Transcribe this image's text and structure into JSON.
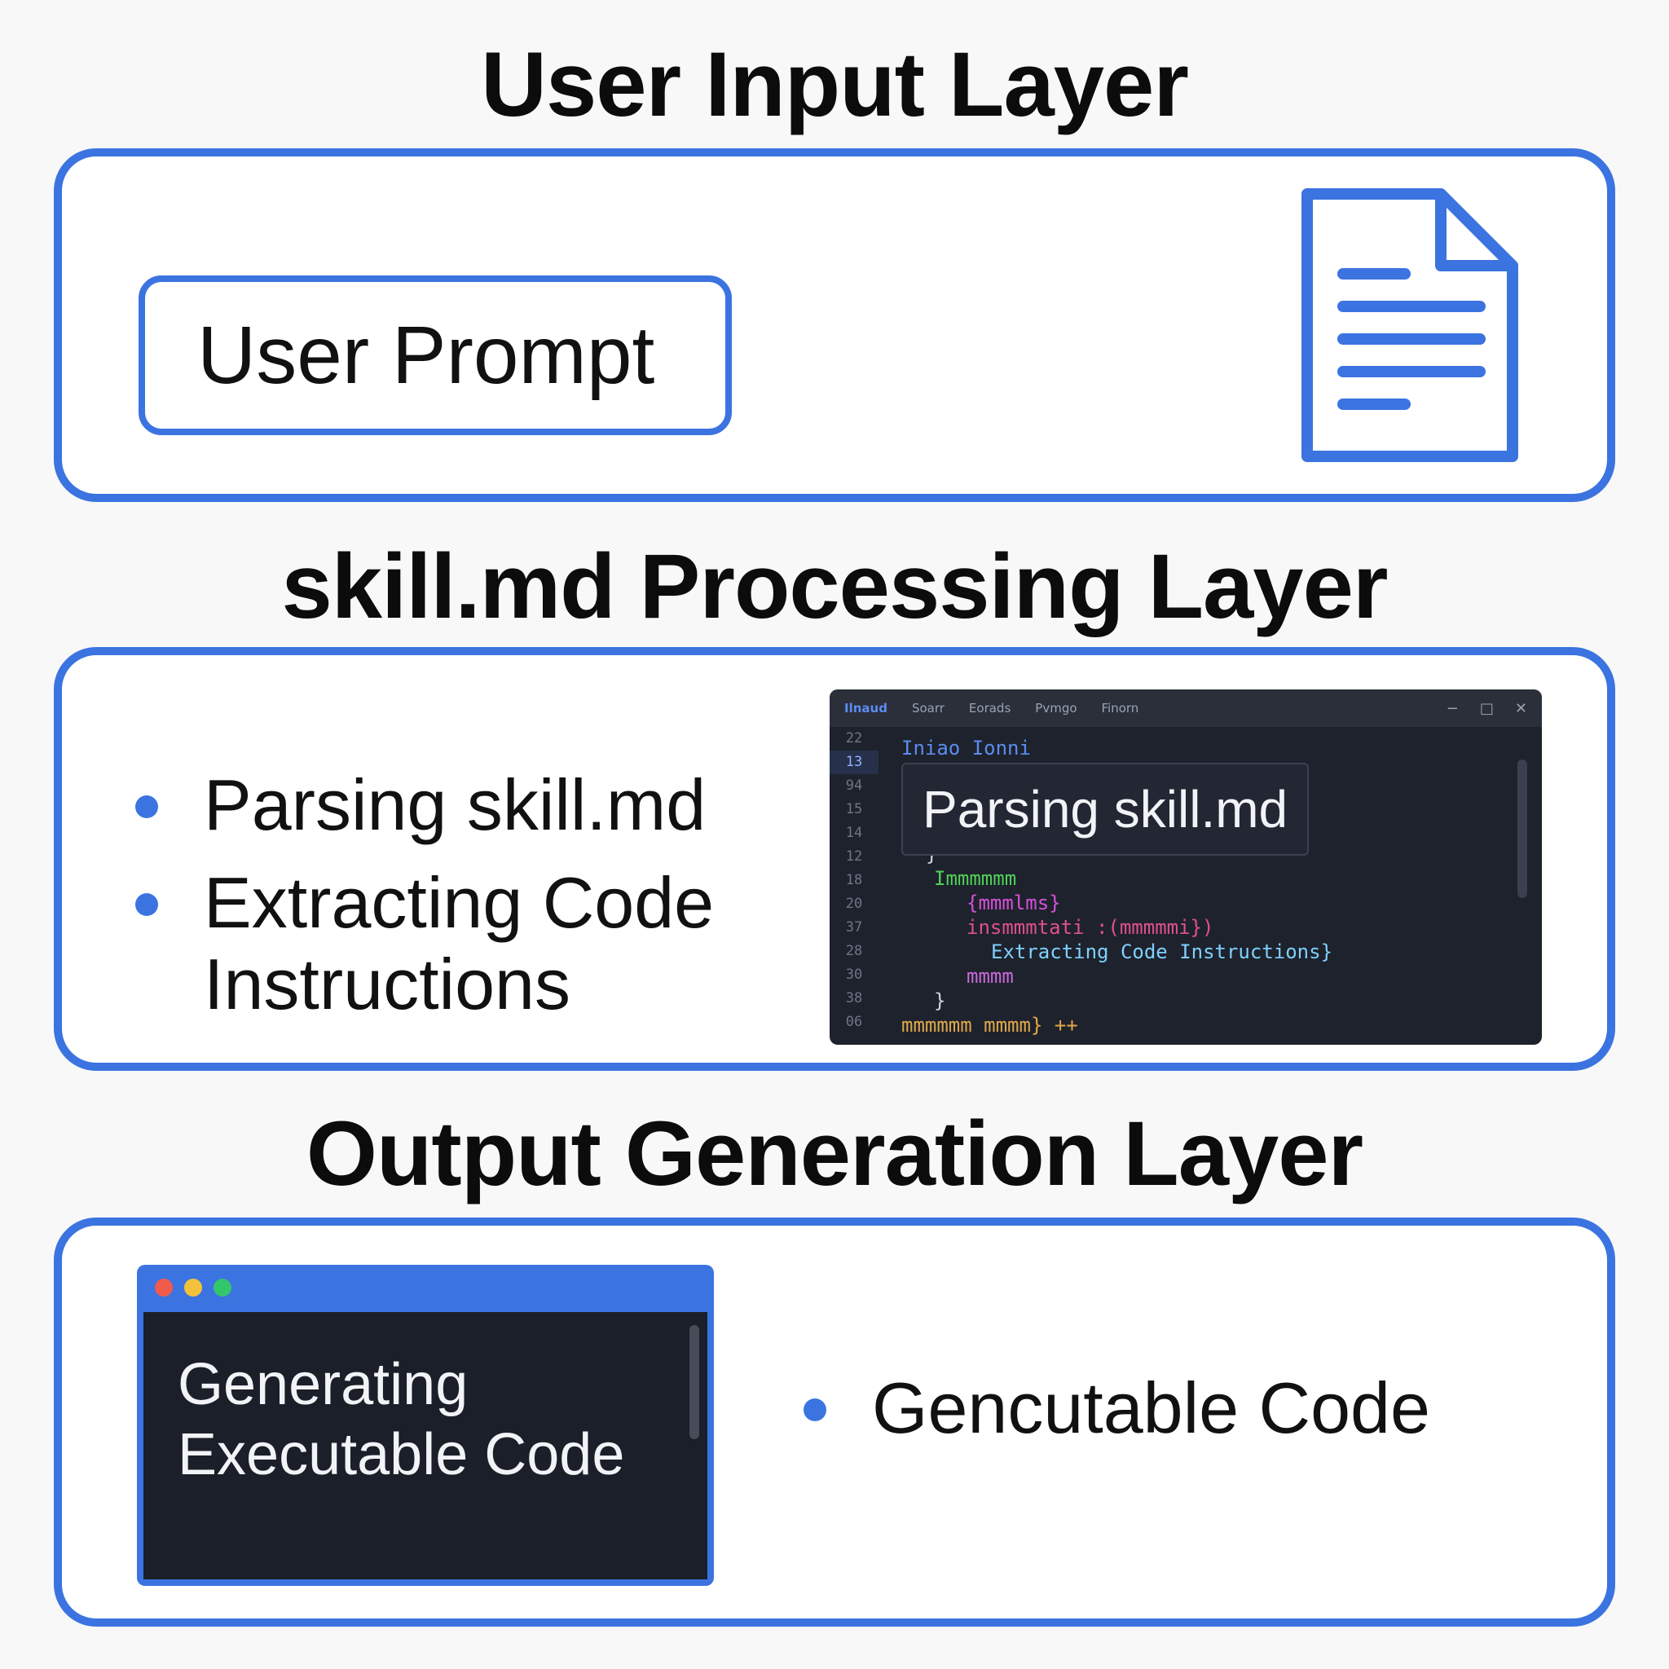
{
  "layers": {
    "input": {
      "title": "User Input Layer",
      "prompt_label": "User Prompt"
    },
    "processing": {
      "title": "skill.md Processing Layer",
      "bullets": [
        "Parsing skill.md",
        "Extracting Code",
        "Instructions"
      ],
      "editor": {
        "brand": "Ilnaud",
        "menu": [
          "Soarr",
          "Eorads",
          "Pvmgo",
          "Finorn"
        ],
        "controls": [
          "−",
          "□",
          "✕"
        ],
        "line_numbers": [
          "22",
          "13",
          "94",
          "15",
          "14",
          "12",
          "18",
          "20",
          "37",
          "28",
          "30",
          "38",
          "06"
        ],
        "tooltip": "Parsing skill.md",
        "code_lines": [
          {
            "text": "Iniao   Ionni",
            "color": "#5b8cf0"
          },
          {
            "text": "}",
            "color": "#cfd3da"
          },
          {
            "text": "Immmmmm",
            "color": "#4fd15a"
          },
          {
            "text": "{mmmlms}",
            "color": "#d450d8"
          },
          {
            "text": "insmmmtati :(mmmmmi})",
            "color": "#e0508c"
          },
          {
            "text": "Extracting Code Instructions}",
            "color": "#7fd0ff"
          },
          {
            "text": "mmmm",
            "color": "#c86ad8"
          },
          {
            "text": "}",
            "color": "#cfd3da"
          },
          {
            "text": "mmmmmm mmmm} ++",
            "color": "#e0a84a"
          }
        ]
      }
    },
    "output": {
      "title": "Output Generation Layer",
      "terminal_text": "Generating Executable Code",
      "bullet": "Gencutable Code"
    }
  },
  "colors": {
    "accent": "#3b74e0",
    "dark_panel": "#1e222c",
    "dot_red": "#f05a4c",
    "dot_yellow": "#f4c23a",
    "dot_green": "#34c66b"
  },
  "icons": {
    "document": "document-icon",
    "bullet": "bullet-dot-icon"
  }
}
